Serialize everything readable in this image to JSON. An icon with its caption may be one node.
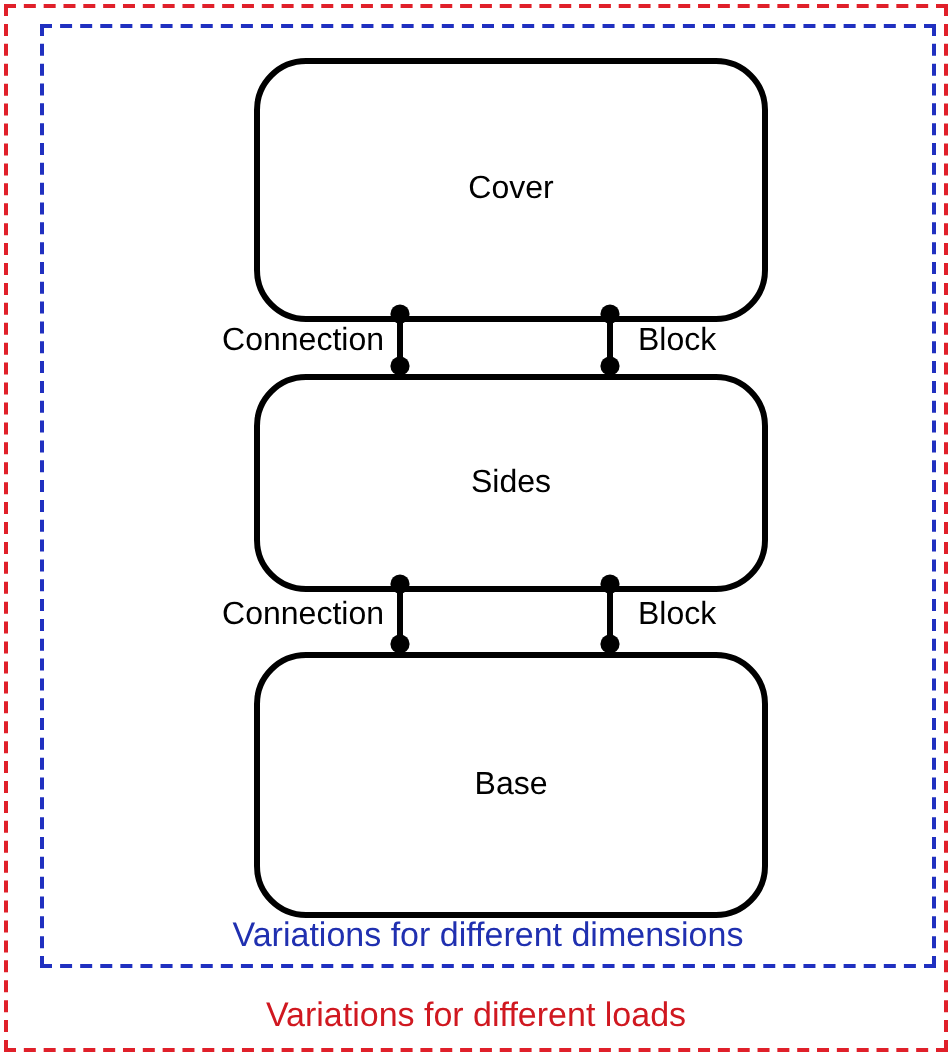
{
  "diagram": {
    "nodes": [
      {
        "text": [
          "Variations for different loads"
        ]
      },
      {
        "text": [
          "Variations for different dimensions"
        ],
        "in": 0
      },
      {
        "text": [
          "Cover"
        ],
        "in": 1
      },
      {
        "text": [
          "Sides"
        ],
        "in": 1
      },
      {
        "text": [
          "Base"
        ],
        "in": 1
      }
    ],
    "edges": [
      {
        "from": 2,
        "to": 3,
        "arrow": "other",
        "label": "Connection"
      },
      {
        "from": 2,
        "to": 3,
        "arrow": "other",
        "label": "Block"
      },
      {
        "from": 3,
        "to": 4,
        "arrow": "other",
        "label": "Connection"
      },
      {
        "from": 3,
        "to": 4,
        "arrow": "other",
        "label": "Block"
      }
    ]
  }
}
